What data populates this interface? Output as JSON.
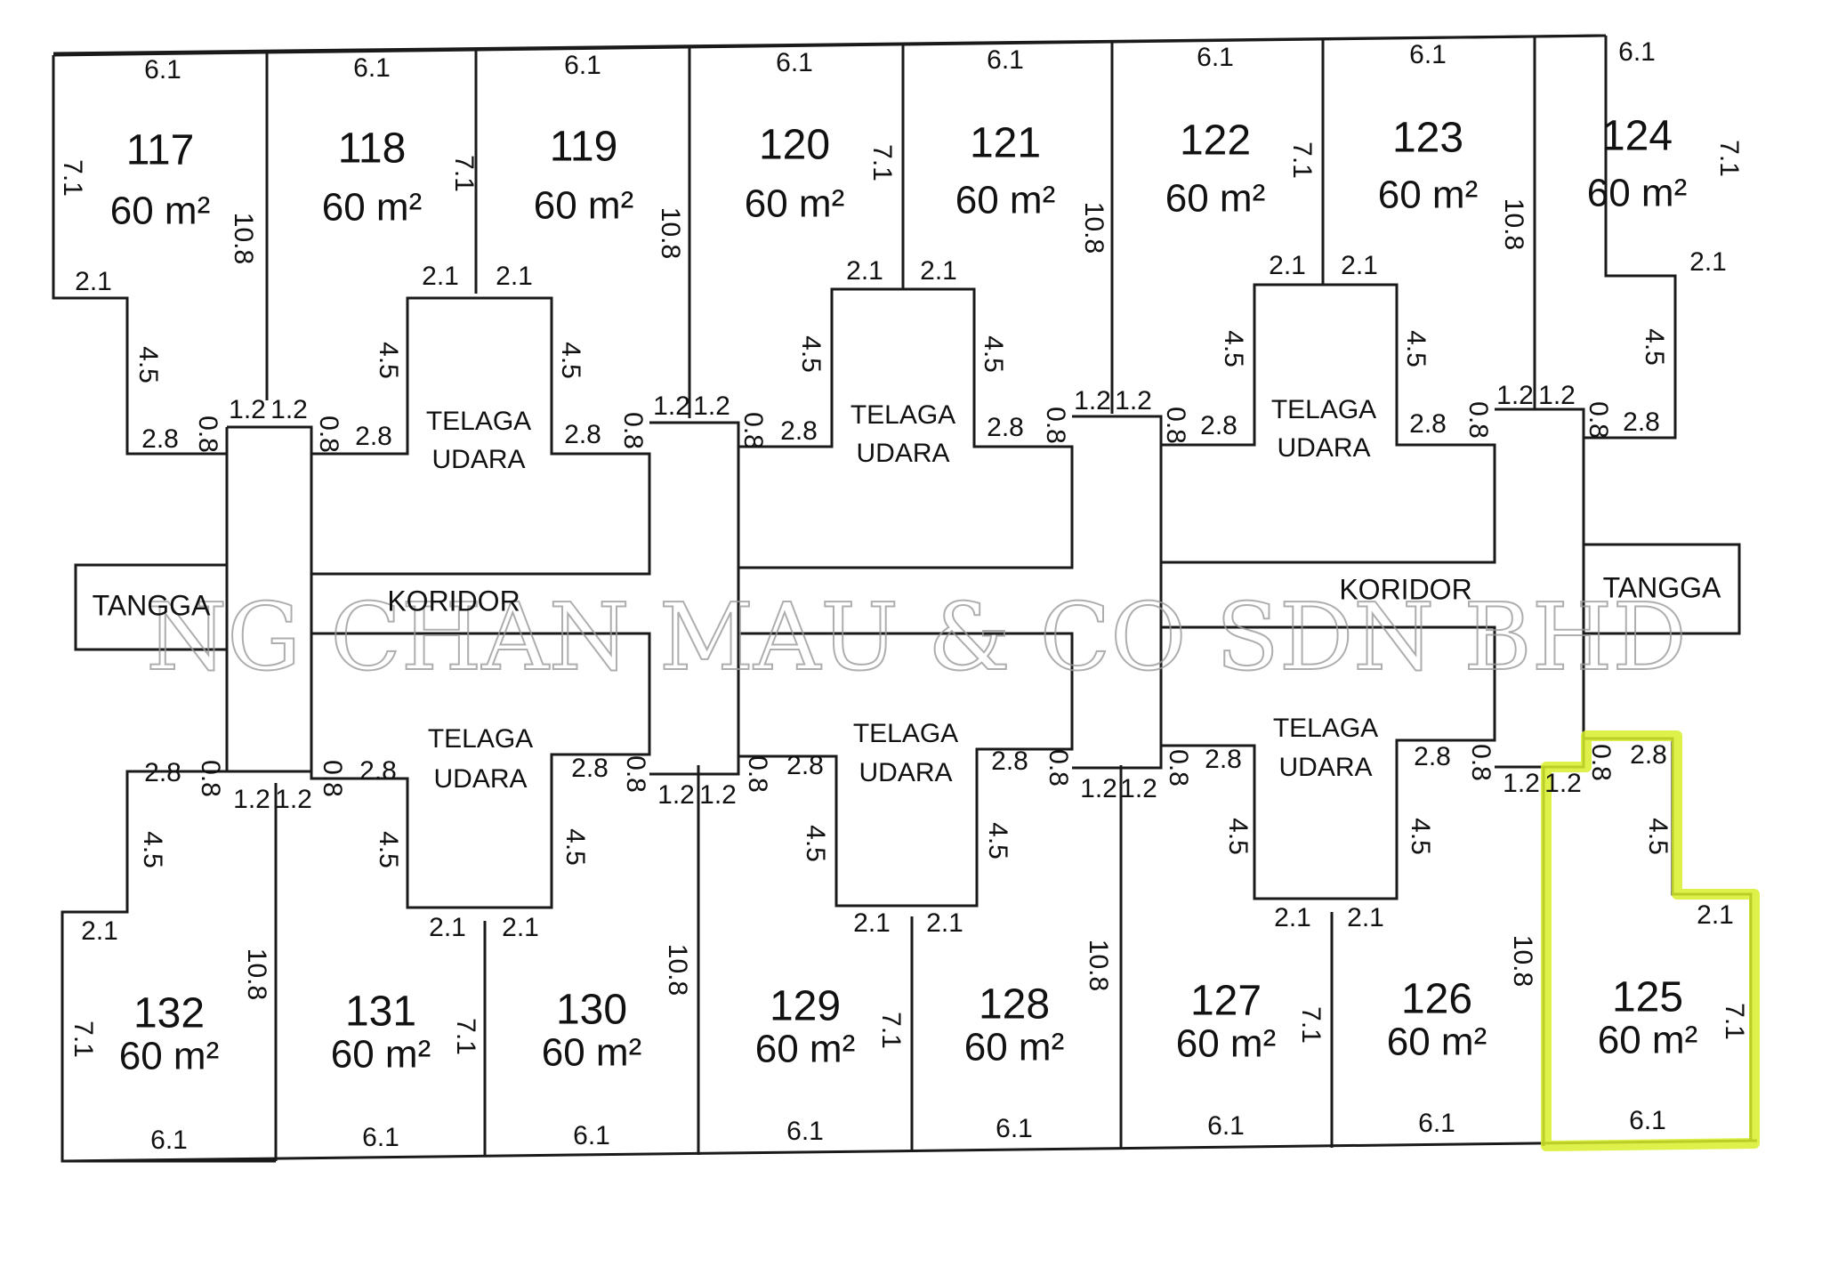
{
  "unit_suffix": "m²",
  "top_row": [
    {
      "lot": "117",
      "area": "60 m²"
    },
    {
      "lot": "118",
      "area": "60 m²"
    },
    {
      "lot": "119",
      "area": "60 m²"
    },
    {
      "lot": "120",
      "area": "60 m²"
    },
    {
      "lot": "121",
      "area": "60 m²"
    },
    {
      "lot": "122",
      "area": "60 m²"
    },
    {
      "lot": "123",
      "area": "60 m²"
    },
    {
      "lot": "124",
      "area": "60 m²"
    }
  ],
  "bottom_row": [
    {
      "lot": "132",
      "area": "60 m²"
    },
    {
      "lot": "131",
      "area": "60 m²"
    },
    {
      "lot": "130",
      "area": "60 m²"
    },
    {
      "lot": "129",
      "area": "60 m²"
    },
    {
      "lot": "128",
      "area": "60 m²"
    },
    {
      "lot": "127",
      "area": "60 m²"
    },
    {
      "lot": "126",
      "area": "60 m²"
    },
    {
      "lot": "125",
      "area": "60 m²"
    }
  ],
  "dimensions": {
    "width": "6.1",
    "side": "7.1",
    "depth": "10.8",
    "step": "2.1",
    "notch": "4.5",
    "back": "2.8",
    "short": "0.8",
    "gap": "1.2"
  },
  "labels": {
    "stair_left": "TANGGA",
    "stair_right": "TANGGA",
    "corridor_left": "KORIDOR",
    "corridor_right": "KORIDOR",
    "airwell_line1": "TELAGA",
    "airwell_line2": "UDARA"
  },
  "watermark": "NG CHAN MAU & CO SDN BHD",
  "highlighted_lot": "125",
  "colors": {
    "highlight": "#d8ef2a",
    "lines": "#1a1a1a"
  }
}
